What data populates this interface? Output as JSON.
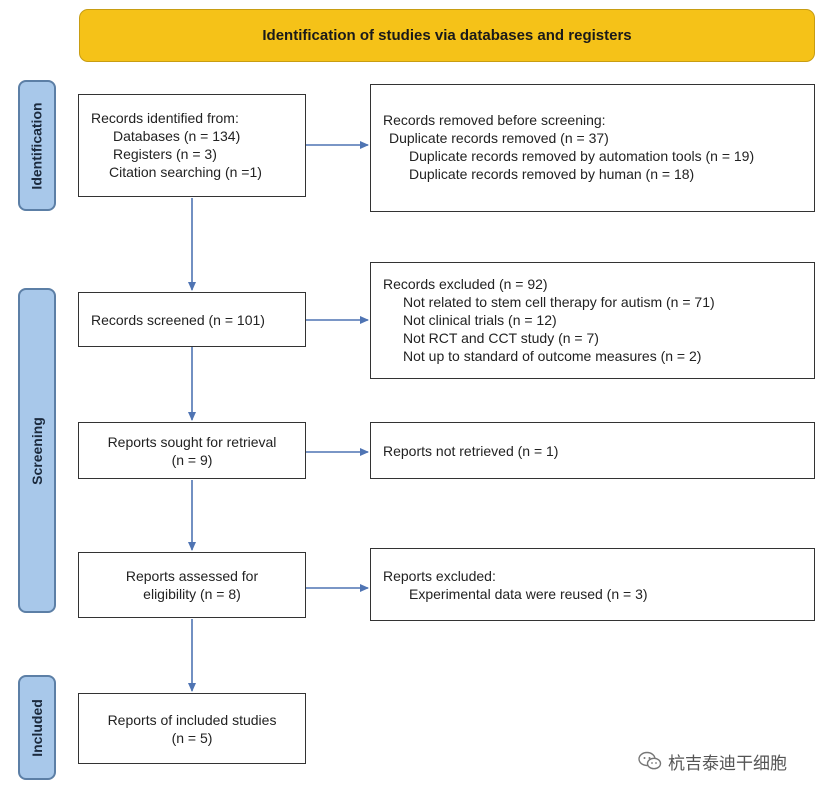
{
  "header": {
    "title": "Identification of studies via databases and registers"
  },
  "stages": {
    "identification": "Identification",
    "screening": "Screening",
    "included": "Included"
  },
  "boxes": {
    "records_identified": {
      "title": "Records identified from:",
      "databases": "Databases (n = 134)",
      "registers": "Registers (n = 3)",
      "citation": "Citation searching (n =1)"
    },
    "records_removed": {
      "title": "Records removed before screening:",
      "duplicates": "Duplicate records removed (n = 37)",
      "automation": "Duplicate records removed by automation tools (n = 19)",
      "human": "Duplicate records removed by human (n = 18)"
    },
    "records_screened": {
      "text": "Records screened (n = 101)"
    },
    "records_excluded": {
      "title": "Records excluded (n = 92)",
      "reasons": [
        "Not related to stem cell therapy for autism (n = 71)",
        "Not clinical trials (n = 12)",
        "Not RCT and CCT study (n = 7)",
        "Not up to standard of outcome measures (n = 2)"
      ]
    },
    "reports_sought": {
      "line1": "Reports sought for retrieval",
      "line2": "(n = 9)"
    },
    "reports_not_retrieved": {
      "text": "Reports not retrieved (n = 1)"
    },
    "reports_assessed": {
      "line1": "Reports assessed for",
      "line2": "eligibility (n = 8)"
    },
    "reports_excluded": {
      "title": "Reports excluded:",
      "reason": "Experimental data were reused (n = 3)"
    },
    "included_studies": {
      "line1": "Reports of included studies",
      "line2": "(n = 5)"
    }
  },
  "watermark": {
    "text": "杭吉泰迪干细胞",
    "icon": "wechat-icon"
  },
  "colors": {
    "header": "#f5c218",
    "stage": "#a8c8ea",
    "arrow": "#4f74b3"
  }
}
